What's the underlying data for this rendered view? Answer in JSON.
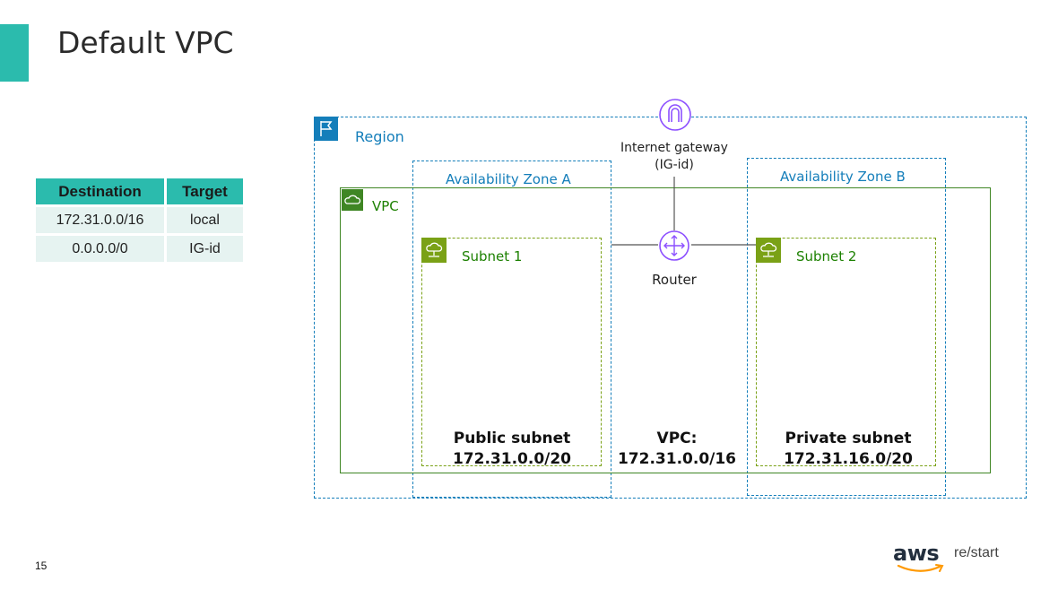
{
  "slide": {
    "title": "Default VPC",
    "page_number": "15"
  },
  "route_table": {
    "headers": [
      "Destination",
      "Target"
    ],
    "rows": [
      [
        "172.31.0.0/16",
        "local"
      ],
      [
        "0.0.0.0/0",
        "IG-id"
      ]
    ]
  },
  "diagram": {
    "region_label": "Region",
    "az_a_label": "Availability Zone A",
    "az_b_label": "Availability Zone B",
    "vpc_label": "VPC",
    "subnet1_label": "Subnet 1",
    "subnet2_label": "Subnet 2",
    "igw_label_line1": "Internet gateway",
    "igw_label_line2": "(IG-id)",
    "router_label": "Router",
    "public_subnet_line1": "Public subnet",
    "public_subnet_line2": "172.31.0.0/20",
    "vpc_cidr_line1": "VPC:",
    "vpc_cidr_line2": "172.31.0.0/16",
    "private_subnet_line1": "Private subnet",
    "private_subnet_line2": "172.31.16.0/20"
  },
  "footer": {
    "logo_text": "aws",
    "brand_text": "re/start"
  },
  "colors": {
    "accent": "#2bbbad",
    "region_blue": "#147eba",
    "vpc_green": "#3f8624",
    "subnet_green": "#7aa116",
    "gateway_purple": "#8c4fff"
  },
  "icons": [
    "region-flag-icon",
    "vpc-cloud-icon",
    "subnet-icon",
    "internet-gateway-icon",
    "router-icon",
    "aws-smile-icon"
  ]
}
